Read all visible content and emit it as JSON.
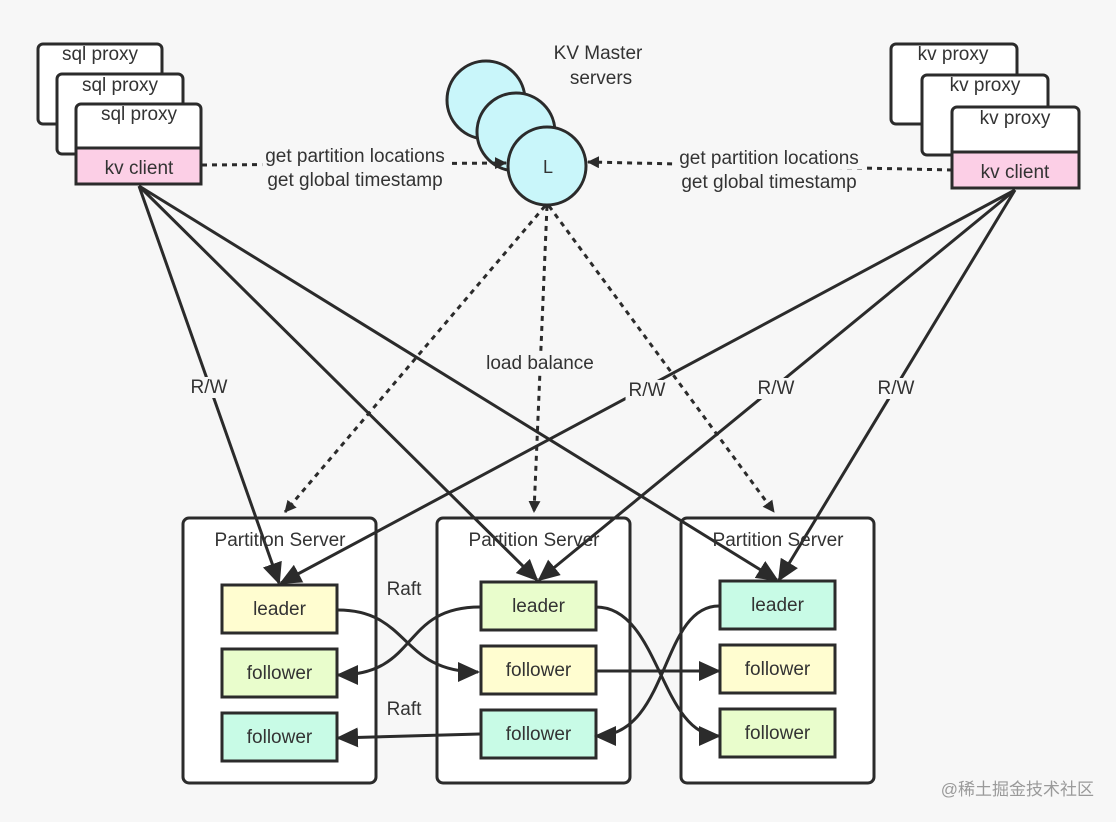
{
  "colors": {
    "stroke": "#2b2b2b",
    "background": "#f7f7f7",
    "box_white": "#ffffff",
    "kv_client_pink": "#fccfe6",
    "master_cyan": "#c9f6fa",
    "yellow": "#fffdd0",
    "lime": "#e9fdcc",
    "mint": "#c8fbe6"
  },
  "left_proxy_group": {
    "proxies": [
      "sql proxy",
      "sql proxy",
      "sql proxy"
    ],
    "client": "kv client"
  },
  "right_proxy_group": {
    "proxies": [
      "kv proxy",
      "kv proxy",
      "kv proxy"
    ],
    "client": "kv client"
  },
  "master": {
    "title_line1": "KV Master",
    "title_line2": "servers",
    "leader_label": "L"
  },
  "edge_labels": {
    "left_meta_line1": "get partition locations",
    "left_meta_line2": "get global timestamp",
    "right_meta_line1": "get partition locations",
    "right_meta_line2": "get global timestamp",
    "load_balance": "load balance",
    "rw": "R/W",
    "raft": "Raft"
  },
  "partition_servers": [
    {
      "title": "Partition Server",
      "replicas": [
        {
          "label": "leader",
          "color": "yellow"
        },
        {
          "label": "follower",
          "color": "lime"
        },
        {
          "label": "follower",
          "color": "mint"
        }
      ]
    },
    {
      "title": "Partition Server",
      "replicas": [
        {
          "label": "leader",
          "color": "lime"
        },
        {
          "label": "follower",
          "color": "yellow"
        },
        {
          "label": "follower",
          "color": "mint"
        }
      ]
    },
    {
      "title": "Partition Server",
      "replicas": [
        {
          "label": "leader",
          "color": "mint"
        },
        {
          "label": "follower",
          "color": "yellow"
        },
        {
          "label": "follower",
          "color": "lime"
        }
      ]
    }
  ],
  "watermark": "@稀土掘金技术社区"
}
